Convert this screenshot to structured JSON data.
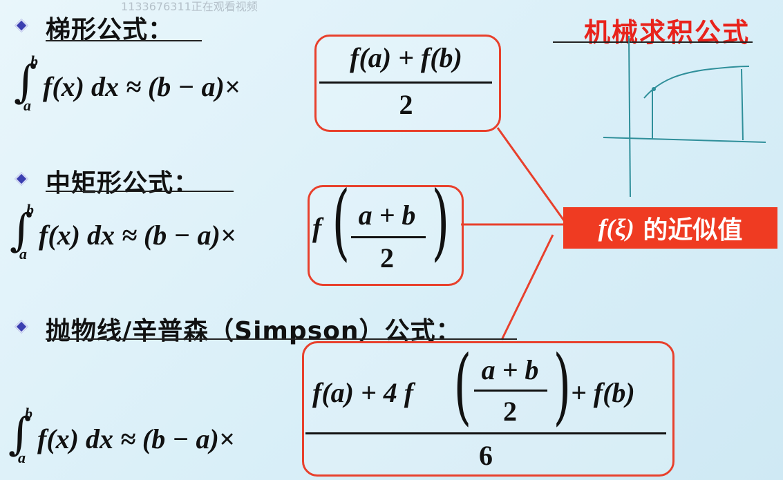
{
  "watermark": "1133676311正在观看视频",
  "top_right_title": "机械求积公式",
  "label_box": "的近似值",
  "sections": {
    "trapezoid": {
      "heading": "梯形公式："
    },
    "midpoint": {
      "heading": "中矩形公式："
    },
    "simpson": {
      "heading": "抛物线/辛普森（Simpson）公式："
    }
  },
  "formula": {
    "int_upper": "b",
    "int_lower": "a",
    "lhs": "f(x) dx ≈ (b − a)×",
    "trap_num": "f(a) + f(b)",
    "den_2": "2",
    "mid_num": "a + b",
    "simpson_num_left": "f(a) + 4 f",
    "simpson_num_right": "+ f(b)",
    "den_6": "6"
  },
  "colors": {
    "accent_red": "#e8231c",
    "box_border": "#e8402c",
    "label_fill": "#ef3b22",
    "sketch": "#2f8f9a",
    "bullet": "#3b3fb0"
  }
}
